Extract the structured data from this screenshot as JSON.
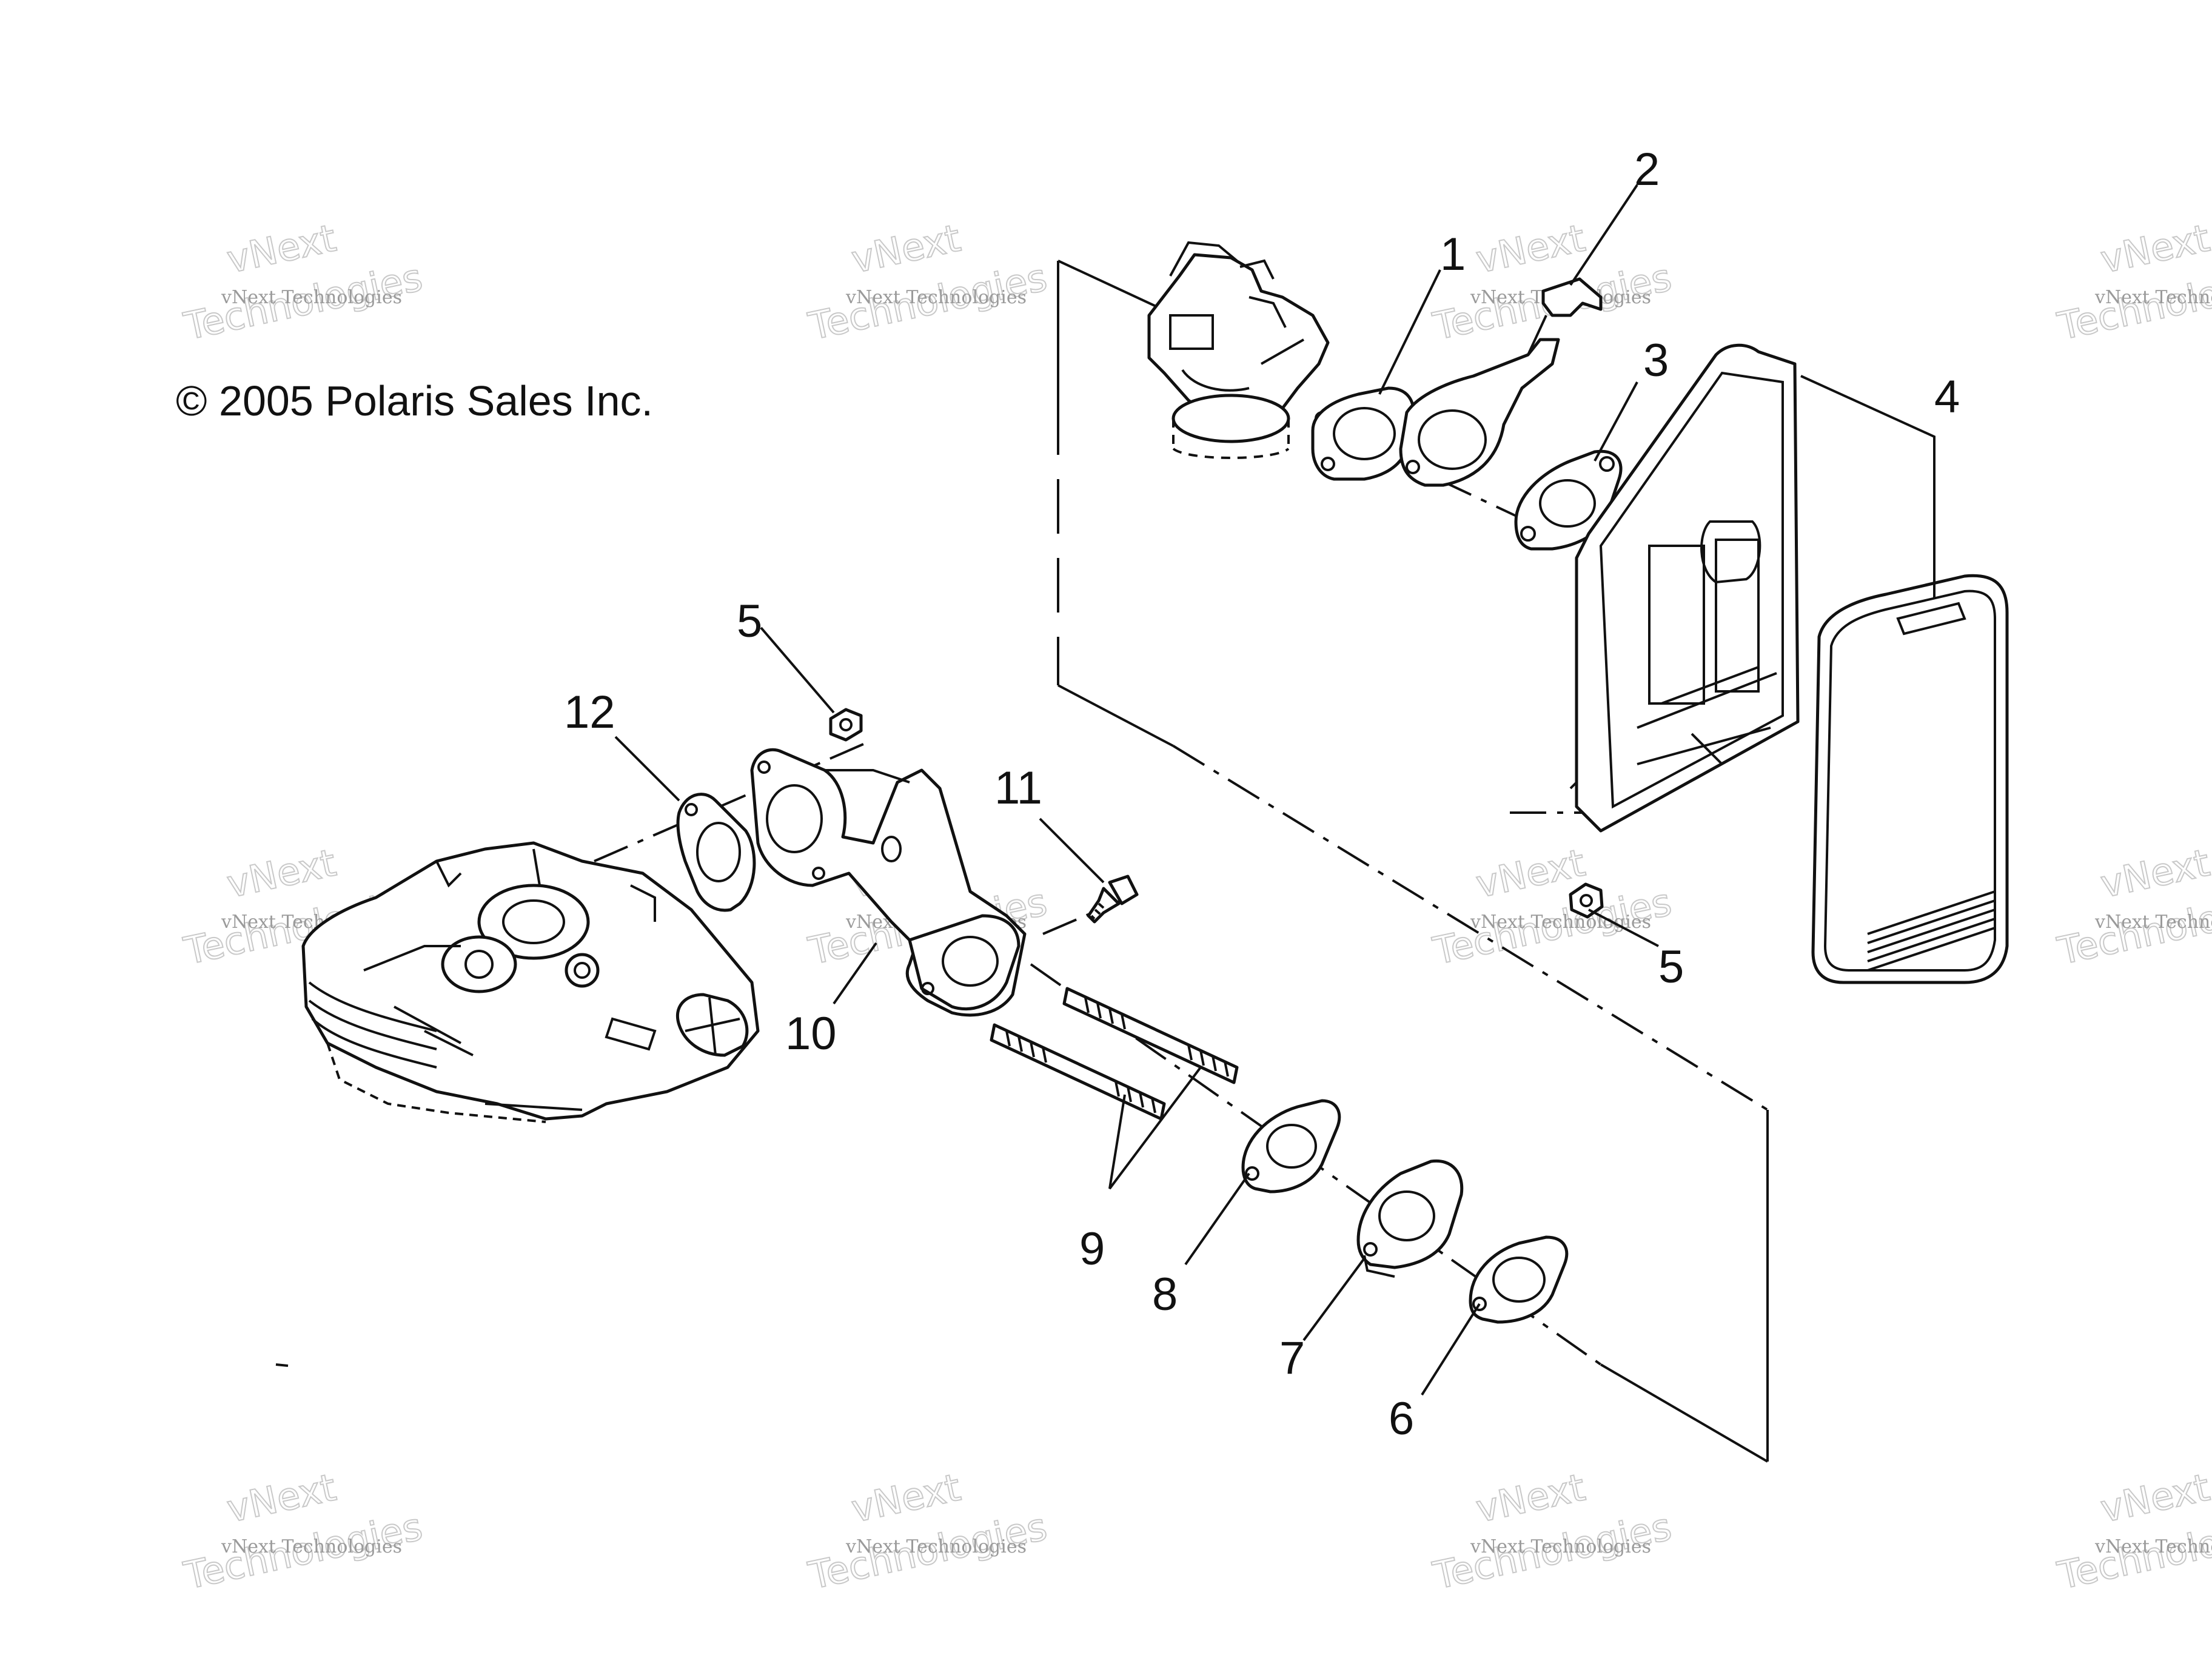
{
  "copyright": "© 2005 Polaris Sales Inc.",
  "watermark": {
    "line1": "vNext Technologies",
    "line2": "vNext",
    "line3": "Technologies"
  },
  "callouts": [
    "1",
    "2",
    "3",
    "4",
    "5",
    "5",
    "6",
    "7",
    "8",
    "9",
    "10",
    "11",
    "12"
  ]
}
